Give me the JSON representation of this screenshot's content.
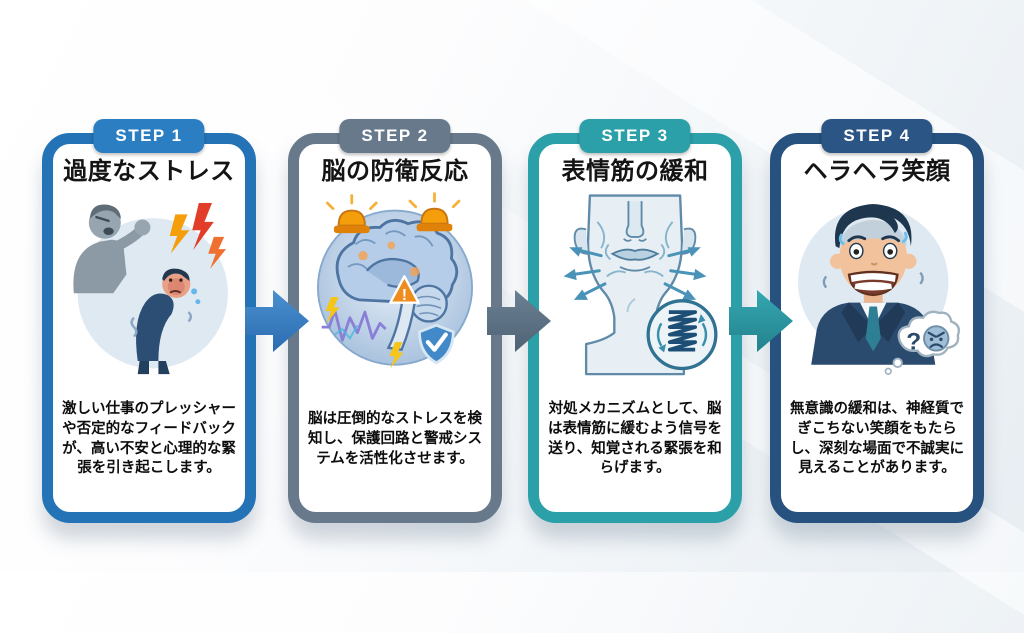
{
  "steps": [
    {
      "badge": "STEP 1",
      "title": "過度なストレス",
      "description": "激しい仕事のプレッシャーや否定的なフィードバックが、高い不安と心理的な緊張を引き起こします。",
      "accent_color": "#2473b6",
      "badge_color": "#2b7ec2",
      "illustration": "angry-boss-and-stressed-worker"
    },
    {
      "badge": "STEP 2",
      "title": "脳の防衛反応",
      "description": "脳は圧倒的なストレスを検知し、保護回路と警戒システムを活性化させます。",
      "accent_color": "#67798b",
      "badge_color": "#67798b",
      "illustration": "brain-with-alarms-warning-and-shield"
    },
    {
      "badge": "STEP 3",
      "title": "表情筋の緩和",
      "description": "対処メカニズムとして、脳は表情筋に緩むよう信号を送り、知覚される緊張を和らげます。",
      "accent_color": "#2ba0a8",
      "badge_color": "#2ba0a8",
      "illustration": "face-neck-muscles-relaxing-with-spring"
    },
    {
      "badge": "STEP 4",
      "title": "ヘラヘラ笑顔",
      "description": "無意識の緩和は、神経質でぎこちない笑顔をもたらし、深刻な場面で不誠実に見えることがあります。",
      "accent_color": "#27517f",
      "badge_color": "#2a5585",
      "illustration": "nervous-grinning-businessman-thought-bubble"
    }
  ],
  "arrows": [
    {
      "color_top": "#4a90d0",
      "color_bottom": "#2b6cb0"
    },
    {
      "color_top": "#6b8093",
      "color_bottom": "#4f6375"
    },
    {
      "color_top": "#35a7b2",
      "color_bottom": "#23828c"
    }
  ],
  "icons": {
    "warning_exclamation": "!",
    "thought_question": "?"
  }
}
